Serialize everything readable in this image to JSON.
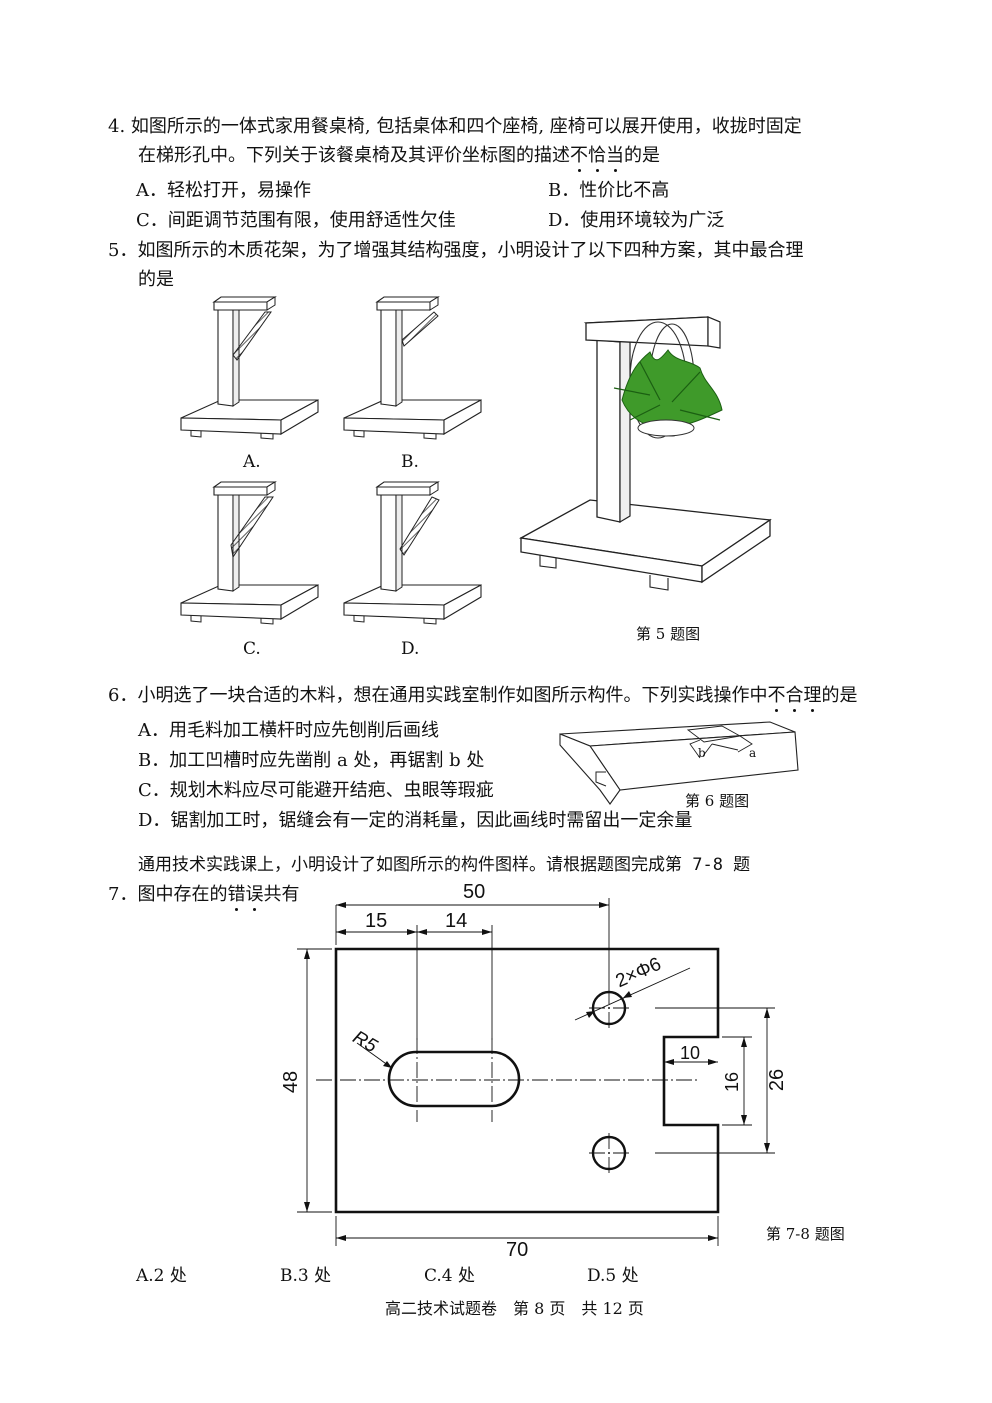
{
  "q4": {
    "line1": "4. 如图所示的一体式家用餐桌椅, 包括桌体和四个座椅, 座椅可以展开使用，收拢时固定",
    "line2_pre": "在梯形孔中。下列关于该餐桌椅及其评价坐标图的描述",
    "line2_emph": [
      "不",
      "恰",
      "当"
    ],
    "line2_post": "的是",
    "options": [
      "A．轻松打开，易操作",
      "B．性价比不高",
      "C．间距调节范围有限，使用舒适性欠佳",
      "D．使用环境较为广泛"
    ]
  },
  "q5": {
    "line1": "5．如图所示的木质花架，为了增强其结构强度，小明设计了以下四种方案，其中最合理",
    "line2": "的是",
    "labels": [
      "A.",
      "B.",
      "C.",
      "D."
    ],
    "caption": "第 5 题图"
  },
  "q6": {
    "line1_pre": "6．小明选了一块合适的木料，想在通用实践室制作如图所示构件。下列实践操作中",
    "line1_emph": [
      "不",
      "合",
      "理"
    ],
    "line1_post": "的是",
    "options": [
      "A．用毛料加工横杆时应先刨削后画线",
      "B．加工凹槽时应先凿削 a 处，再锯割 b 处",
      "C．规划木料应尽可能避开结疤、虫眼等瑕疵",
      "D．锯割加工时，锯缝会有一定的消耗量，因此画线时需留出一定余量"
    ],
    "label_a": "a",
    "label_b": "b",
    "caption": "第 6 题图"
  },
  "intro78": "通用技术实践课上，小明设计了如图所示的构件图样。请根据题图完成第 7-8 题",
  "q7": {
    "line1_pre": "7．图中存在的",
    "line1_emph": [
      "错",
      "误"
    ],
    "line1_post": "共有",
    "dims": {
      "d50": "50",
      "d15": "15",
      "d14": "14",
      "d2phi6": "2×Φ6",
      "r5": "R5",
      "d48": "48",
      "d10": "10",
      "d16": "16",
      "d26": "26",
      "d70": "70"
    },
    "caption": "第 7-8 题图",
    "options": [
      "A.2 处",
      "B.3 处",
      "C.4 处",
      "D.5 处"
    ]
  },
  "footer": "高二技术试题卷　第 8 页　共 12 页"
}
